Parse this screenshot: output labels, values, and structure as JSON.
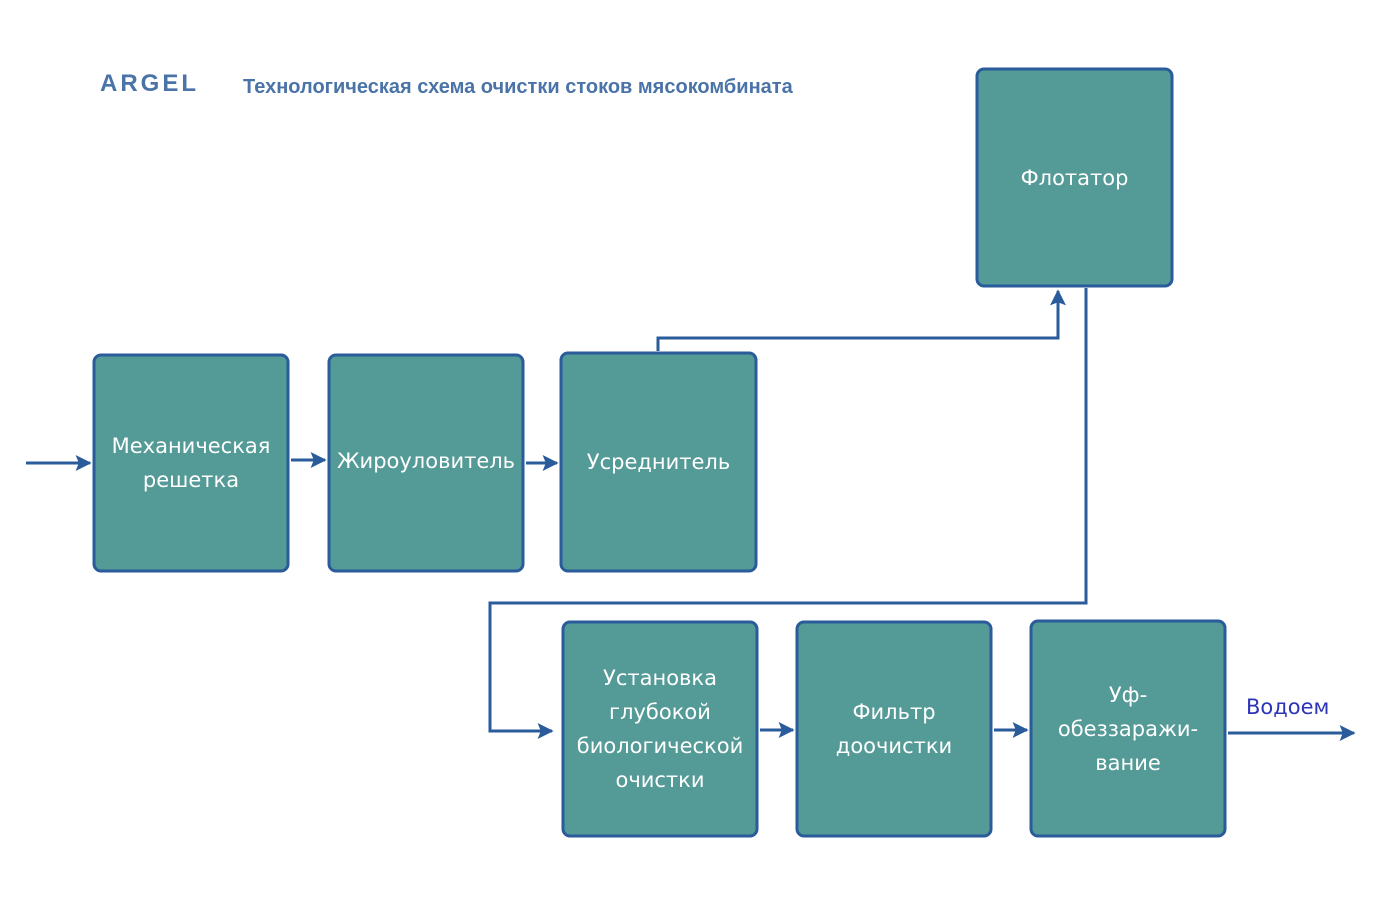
{
  "header": {
    "logo": "ARGEL",
    "title": "Технологическая схема очистки стоков мясокомбината"
  },
  "nodes": [
    {
      "id": "screen",
      "label": "Механическая\nрешетка"
    },
    {
      "id": "grease",
      "label": "Жироуловитель"
    },
    {
      "id": "equal",
      "label": "Усреднитель"
    },
    {
      "id": "flot",
      "label": "Флотатор"
    },
    {
      "id": "bio",
      "label": "Установка\nглубокой\nбиологической\nочистки"
    },
    {
      "id": "filter",
      "label": "Фильтр\nдоочистки"
    },
    {
      "id": "uv",
      "label": "Уф-\nобеззаражи-\nвание"
    }
  ],
  "output": {
    "label": "Водоем"
  },
  "colors": {
    "box_fill": "#549a96",
    "box_stroke": "#2a5b9a",
    "line": "#2a5b9a",
    "title": "#4a73a8",
    "output_text": "#2b35b5"
  }
}
